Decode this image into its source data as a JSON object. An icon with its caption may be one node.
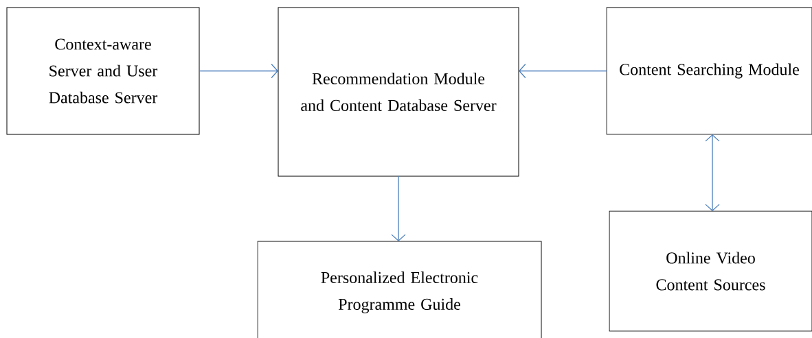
{
  "diagram": {
    "nodes": [
      {
        "text": [
          "Context-aware Server and User Database Server"
        ]
      },
      {
        "text": [
          "Recommendation Module and Content Database Server"
        ]
      },
      {
        "text": [
          "Content Searching Module"
        ]
      },
      {
        "text": [
          "Personalized Electronic Programme Guide"
        ]
      },
      {
        "text": [
          "Online Video Content Sources"
        ]
      }
    ],
    "edges": [
      {
        "from": 0,
        "to": 1,
        "arrow": "to"
      },
      {
        "from": 2,
        "to": 1,
        "arrow": "to"
      },
      {
        "from": 1,
        "to": 3,
        "arrow": "to"
      },
      {
        "from": 2,
        "to": 4,
        "arrow": "both"
      }
    ]
  }
}
